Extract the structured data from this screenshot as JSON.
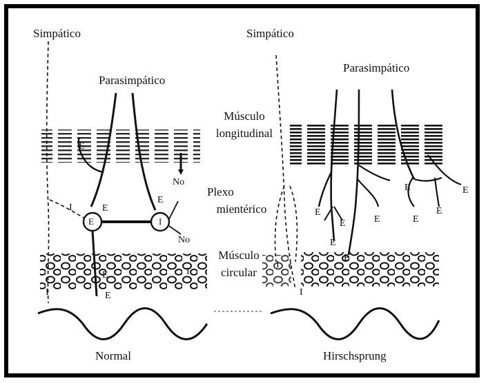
{
  "labels": {
    "simpatico_left": "Simpático",
    "simpatico_right": "Simpático",
    "parasimpatico_left": "Parasimpático",
    "parasimpatico_right": "Parasimpático",
    "musculo_longitudinal_1": "Músculo",
    "musculo_longitudinal_2": "longitudinal",
    "plexo_1": "Plexo",
    "plexo_2": "mientérico",
    "musculo_circular_1": "Músculo",
    "musculo_circular_2": "circular",
    "normal": "Normal",
    "hirschsprung": "Hirschsprung"
  },
  "markers": {
    "E": "E",
    "I": "I",
    "No": "No"
  }
}
